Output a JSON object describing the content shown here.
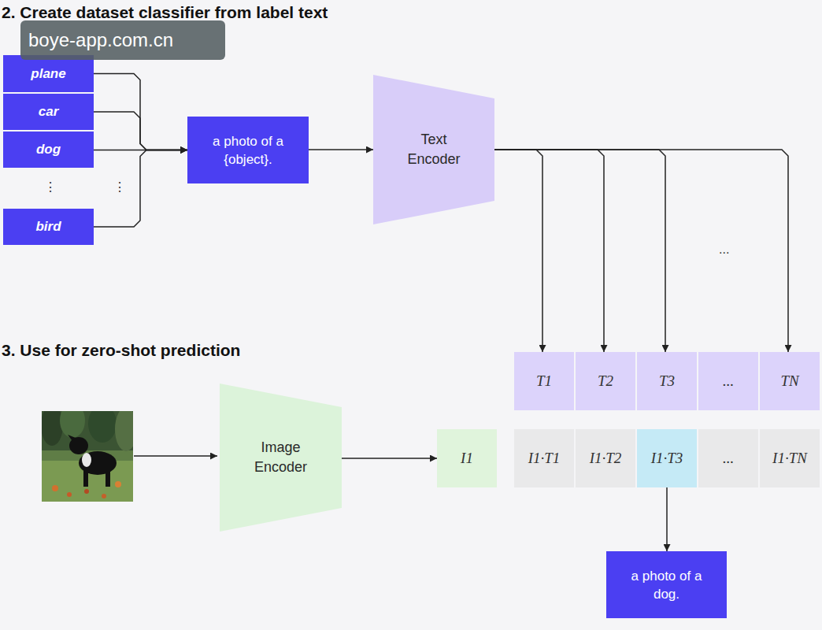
{
  "diagram": {
    "nodes": [
      {
        "text": [
          "plane"
        ]
      },
      {
        "text": [
          "car"
        ]
      },
      {
        "text": [
          "dog"
        ]
      },
      {
        "text": [
          "bird"
        ]
      },
      {
        "text": [
          "a photo of a {object}."
        ]
      },
      {
        "text": [
          "Text Encoder"
        ]
      },
      {
        "text": [
          "T1"
        ]
      },
      {
        "text": [
          "T2"
        ]
      },
      {
        "text": [
          "T3"
        ]
      },
      {
        "text": [
          "..."
        ]
      },
      {
        "text": [
          "TN"
        ]
      },
      {
        "text": [
          "Image Encoder"
        ]
      },
      {
        "text": [
          "I1"
        ]
      },
      {
        "text": [
          "I1·T1"
        ]
      },
      {
        "text": [
          "I1·T2"
        ]
      },
      {
        "text": [
          "I1·T3"
        ]
      },
      {
        "text": [
          "..."
        ]
      },
      {
        "text": [
          "I1·TN"
        ]
      },
      {
        "text": [
          "a photo of a dog."
        ]
      }
    ],
    "edges": [
      {
        "from": 0,
        "to": 4,
        "arrow": "to"
      },
      {
        "from": 1,
        "to": 4,
        "arrow": "to"
      },
      {
        "from": 2,
        "to": 4,
        "arrow": "to"
      },
      {
        "from": 3,
        "to": 4,
        "arrow": "to"
      },
      {
        "from": 4,
        "to": 5,
        "arrow": "to"
      },
      {
        "from": 5,
        "to": 6,
        "arrow": "to"
      },
      {
        "from": 5,
        "to": 7,
        "arrow": "to"
      },
      {
        "from": 5,
        "to": 8,
        "arrow": "to"
      },
      {
        "from": 5,
        "to": 10,
        "arrow": "to"
      },
      {
        "from": 11,
        "to": 12,
        "arrow": "to"
      },
      {
        "from": 15,
        "to": 18,
        "arrow": "to"
      }
    ],
    "labels": [
      "2. Create dataset classifier from label text",
      "boye-app.com.cn",
      "⋮",
      "⋮",
      "...",
      "3. Use for zero-shot prediction"
    ]
  }
}
